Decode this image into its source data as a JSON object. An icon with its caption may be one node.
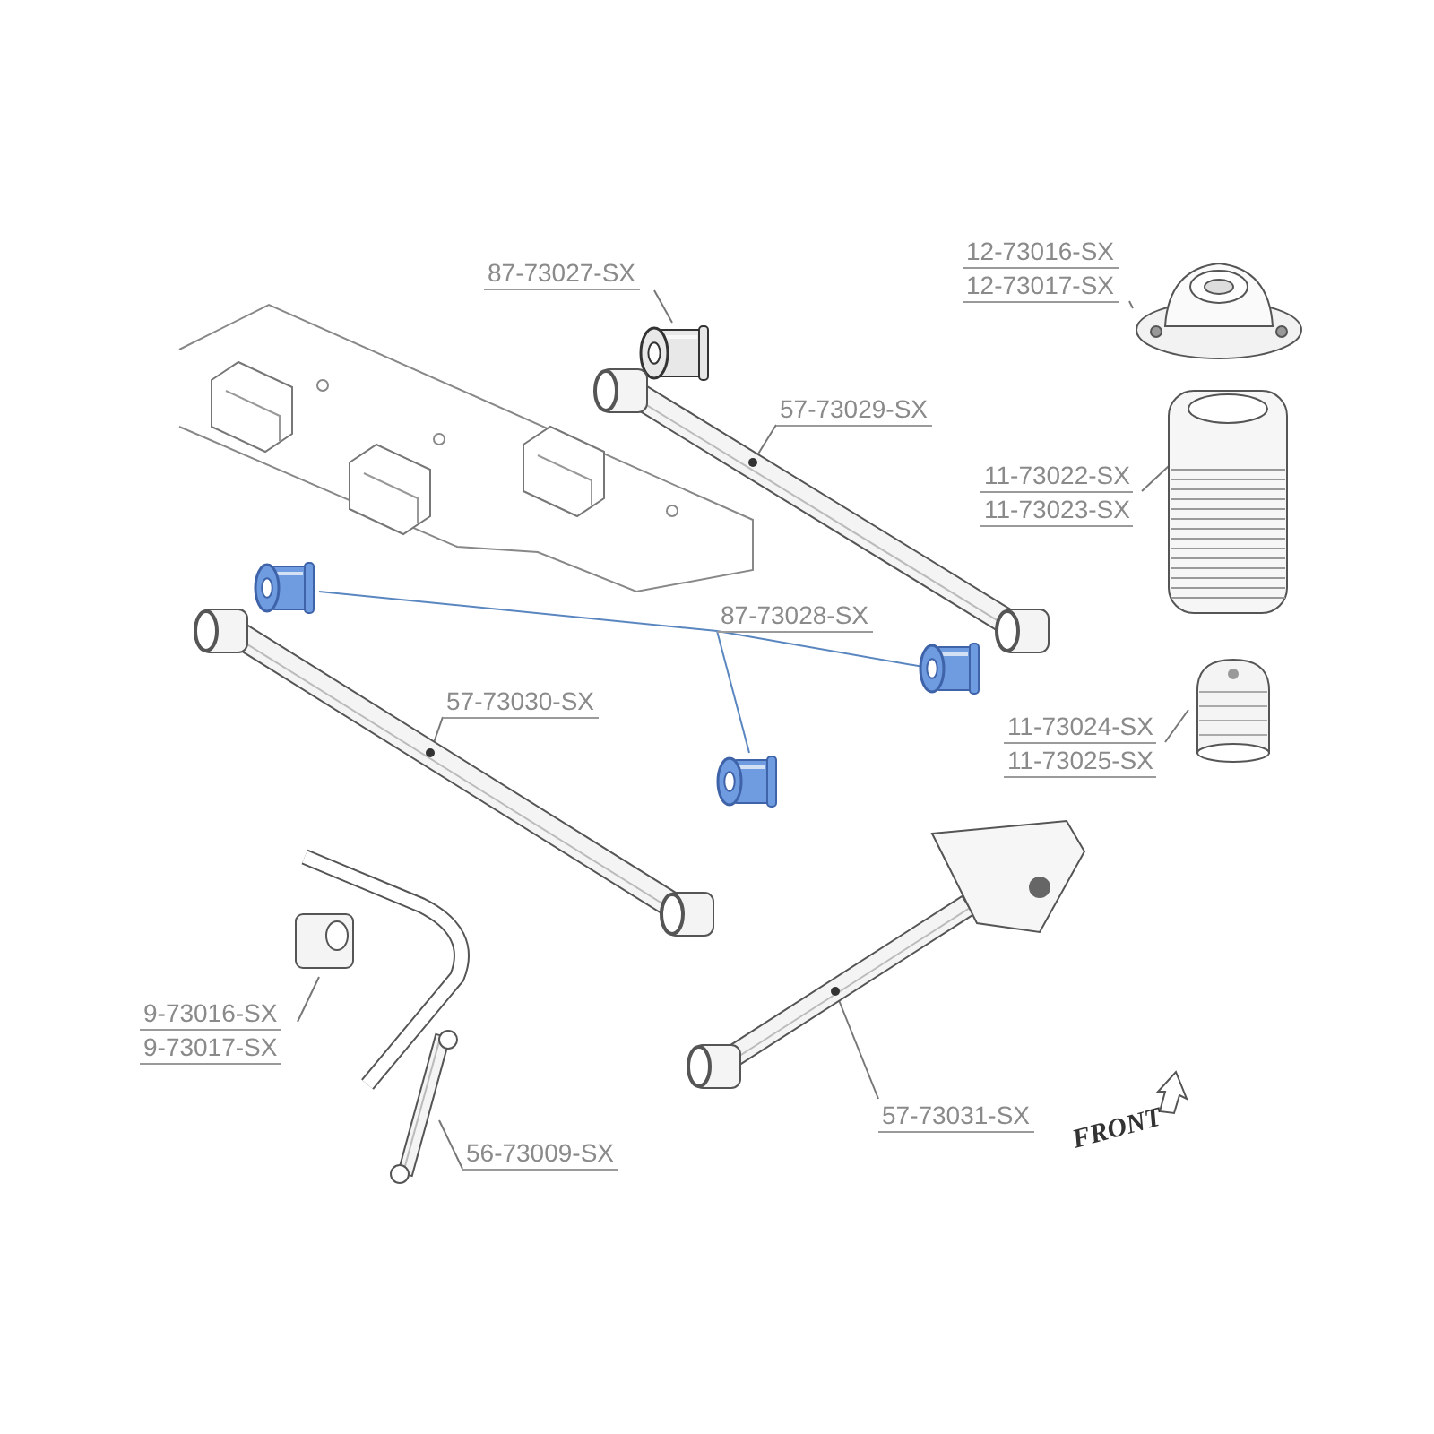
{
  "diagram": {
    "nodes": [
      {
        "text": [
          "87-73027-SX"
        ]
      },
      {
        "text": [],
        "shape": "picture"
      },
      {
        "text": [
          "12-73016-SX",
          "12-73017-SX"
        ]
      },
      {
        "text": [],
        "shape": "picture"
      },
      {
        "text": [
          "57-73029-SX"
        ]
      },
      {
        "text": [],
        "shape": "picture"
      },
      {
        "text": [
          "11-73022-SX",
          "11-73023-SX"
        ]
      },
      {
        "text": [],
        "shape": "picture"
      },
      {
        "text": [
          "87-73028-SX"
        ]
      },
      {
        "text": [],
        "shape": "picture"
      },
      {
        "text": [],
        "shape": "picture"
      },
      {
        "text": [],
        "shape": "picture"
      },
      {
        "text": [
          "57-73030-SX"
        ]
      },
      {
        "text": [],
        "shape": "picture"
      },
      {
        "text": [
          "11-73024-SX",
          "11-73025-SX"
        ]
      },
      {
        "text": [],
        "shape": "picture"
      },
      {
        "text": [
          "9-73016-SX",
          "9-73017-SX"
        ]
      },
      {
        "text": [],
        "shape": "picture"
      },
      {
        "text": [
          "56-73009-SX"
        ]
      },
      {
        "text": [],
        "shape": "picture"
      },
      {
        "text": [
          "57-73031-SX"
        ]
      },
      {
        "text": [],
        "shape": "picture"
      }
    ],
    "edges": [
      {
        "from": 0,
        "to": 1,
        "arrow": "none"
      },
      {
        "from": 2,
        "to": 3,
        "arrow": "none"
      },
      {
        "from": 4,
        "to": 5,
        "arrow": "none"
      },
      {
        "from": 6,
        "to": 7,
        "arrow": "none"
      },
      {
        "from": 8,
        "to": 9,
        "arrow": "none",
        "color": "#5a86c0"
      },
      {
        "from": 8,
        "to": 10,
        "arrow": "none",
        "color": "#5a86c0"
      },
      {
        "from": 8,
        "to": 11,
        "arrow": "none",
        "color": "#5a86c0"
      },
      {
        "from": 12,
        "to": 13,
        "arrow": "none"
      },
      {
        "from": 14,
        "to": 15,
        "arrow": "none"
      },
      {
        "from": 16,
        "to": 17,
        "arrow": "none"
      },
      {
        "from": 18,
        "to": 19,
        "arrow": "none"
      },
      {
        "from": 20,
        "to": 21,
        "arrow": "none"
      }
    ],
    "labels": [
      "FRONT"
    ]
  }
}
